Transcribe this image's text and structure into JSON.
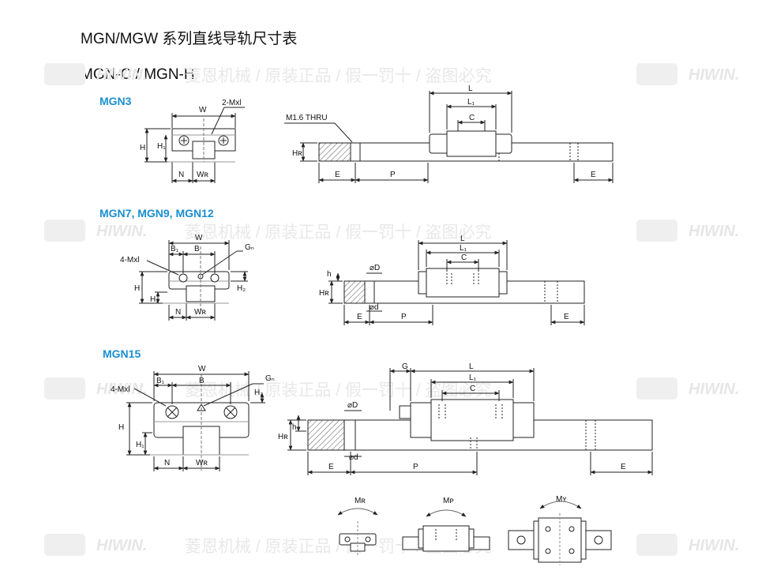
{
  "header": {
    "title": "MGN/MGW 系列直线导轨尺寸表",
    "subtitle": "MGN-C / MGN-H"
  },
  "sections": [
    {
      "name": "MGN3"
    },
    {
      "name": "MGN7, MGN9, MGN12"
    },
    {
      "name": "MGN15"
    }
  ],
  "watermark": {
    "brand": "HIWIN.",
    "text": "菱恩机械 / 原装正品 / 假一罚十 / 盗图必究"
  },
  "mgn3": {
    "front": {
      "W": "W",
      "mount": "2-Mxl",
      "H": "H",
      "H1": "H₁",
      "N": "N",
      "WR": "Wʀ"
    },
    "side": {
      "thru": "M1.6 THRU",
      "L": "L",
      "L1": "L₁",
      "C": "C",
      "HR": "Hʀ",
      "E_left": "E",
      "P": "P",
      "E_right": "E"
    }
  },
  "mgn7": {
    "front": {
      "W": "W",
      "B1": "B₁",
      "B": "B",
      "Gn": "Gₙ",
      "mount": "4-Mxl",
      "H": "H",
      "H1": "H₁",
      "H2": "H₂",
      "N": "N",
      "WR": "Wʀ"
    },
    "side": {
      "L": "L",
      "L1": "L₁",
      "C": "C",
      "D": "⌀D",
      "h": "h",
      "HR": "Hʀ",
      "d": "⌀d",
      "E_left": "E",
      "P": "P",
      "E_right": "E"
    }
  },
  "mgn15": {
    "front": {
      "W": "W",
      "B1": "B₁",
      "B": "B",
      "Gn": "Gₙ",
      "mount": "4-Mxl",
      "H": "H",
      "H1": "H₁",
      "H2": "H₂",
      "N": "N",
      "WR": "Wʀ"
    },
    "side": {
      "G": "G",
      "L": "L",
      "L1": "L₁",
      "C": "C",
      "D": "⌀D",
      "h": "h",
      "HR": "Hʀ",
      "d": "⌀d",
      "E_left": "E",
      "P": "P",
      "E_right": "E"
    }
  },
  "moments": {
    "MR": "Mʀ",
    "MP": "Mᴘ",
    "MY": "Mʏ"
  },
  "colors": {
    "accent": "#1a8fd1",
    "hatch": "#555555",
    "line": "#222222",
    "dim": "#333333",
    "watermark": "#e8e8e8"
  }
}
